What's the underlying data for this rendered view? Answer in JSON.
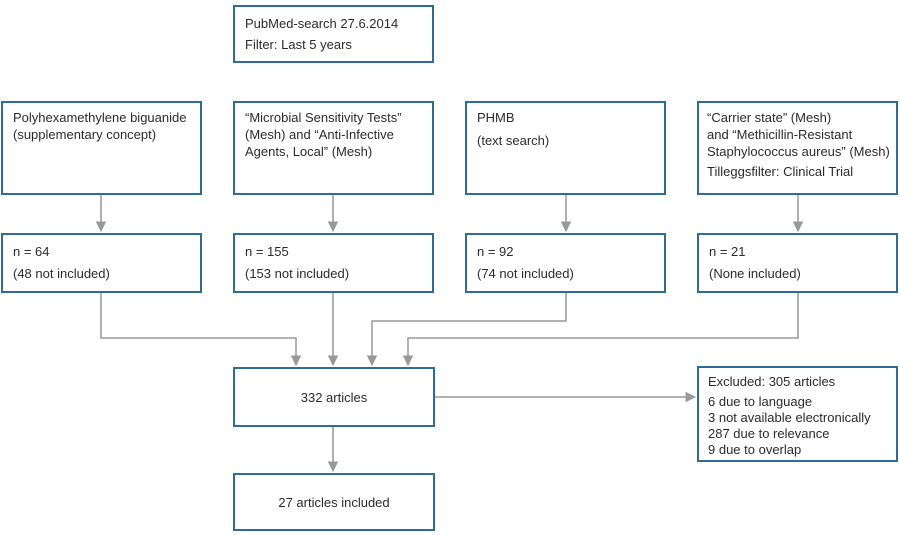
{
  "search": {
    "line1": "PubMed-search 27.6.2014",
    "line2": "Filter: Last 5 years"
  },
  "queries": [
    {
      "lines": [
        "Polyhexamethylene biguanide",
        "(supplementary concept)"
      ]
    },
    {
      "lines": [
        "“Microbial Sensitivity Tests”",
        "(Mesh) and “Anti-Infective",
        "Agents, Local” (Mesh)"
      ]
    },
    {
      "lines": [
        "PHMB",
        "(text search)"
      ]
    },
    {
      "lines": [
        "“Carrier state” (Mesh)",
        "and “Methicillin-Resistant",
        "Staphylococcus aureus” (Mesh)",
        "Tilleggsfilter: Clinical Trial"
      ]
    }
  ],
  "counts": [
    {
      "n": "n = 64",
      "note": "(48 not included)"
    },
    {
      "n": "n = 155",
      "note": "(153 not included)"
    },
    {
      "n": "n = 92",
      "note": "(74 not included)"
    },
    {
      "n": "n = 21",
      "note": "(None included)"
    }
  ],
  "merged": {
    "label": "332 articles"
  },
  "excluded": {
    "title": "Excluded: 305 articles",
    "items": [
      "6 due to language",
      "3 not available electronically",
      "287 due to relevance",
      "9 due to overlap"
    ]
  },
  "included": {
    "label": "27 articles included"
  }
}
